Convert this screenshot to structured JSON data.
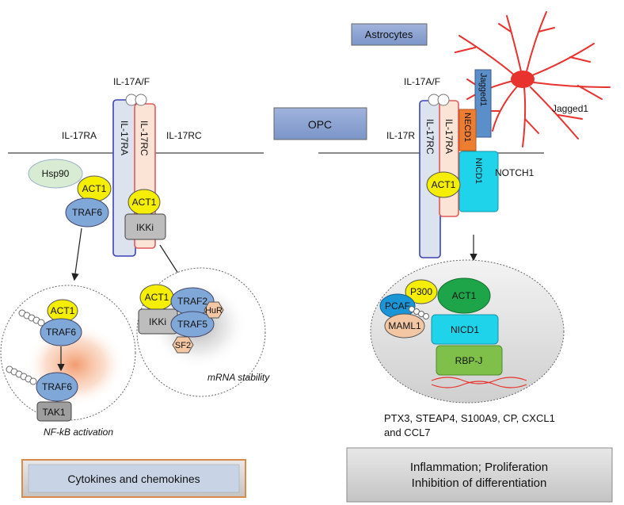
{
  "left": {
    "ligand": "IL-17A/F",
    "receptor_a_label": "IL-17RA",
    "receptor_c_label": "IL-17RC",
    "receptor_a_text": "IL-17RA",
    "receptor_c_text": "IL-17RC",
    "hsp90": "Hsp90",
    "act1_a": "ACT1",
    "traf6_a": "TRAF6",
    "act1_b": "ACT1",
    "ikki_a": "IKKi",
    "circle1": {
      "act1": "ACT1",
      "traf6_top": "TRAF6",
      "traf6_bottom": "TRAF6",
      "tak1": "TAK1",
      "caption": "NF-kB activation"
    },
    "circle2": {
      "act1": "ACT1",
      "ikki": "IKKi",
      "traf2": "TRAF2",
      "hur": "HuR",
      "traf5": "TRAF5",
      "sf2": "SF2",
      "caption": "mRNA stability"
    },
    "bottom_box": "Cytokines and chemokines"
  },
  "middle": {
    "opc": "OPC"
  },
  "right": {
    "astrocytes": "Astrocytes",
    "jagged_box": "Jagged1",
    "jagged_label": "Jagged1",
    "ligand": "IL-17A/F",
    "receptor_label": "IL-17R",
    "receptor_c_text": "IL-17RC",
    "receptor_a_text": "IL-17RA",
    "necd1": "NECD1",
    "nicd1_membrane": "NICD1",
    "notch1": "NOTCH1",
    "act1": "ACT1",
    "nucleus": {
      "p300": "P300",
      "act1": "ACT1",
      "pcaf": "PCAF",
      "maml1": "MAML1",
      "nicd1": "NICD1",
      "rbpj": "RBP-J"
    },
    "genes_line1": "PTX3, STEAP4, S100A9, CP, CXCL1",
    "genes_line2": "and CCL7",
    "outcome_line1": "Inflammation; Proliferation",
    "outcome_line2": "Inhibition of differentiation"
  },
  "colors": {
    "act1": "#f5ee00",
    "traf": "#7fa8d8",
    "ikki": "#bdbdbd",
    "receptor_a": "#fbe3d6",
    "receptor_c": "#dde3ee",
    "highlight_text": "#e8211a"
  }
}
